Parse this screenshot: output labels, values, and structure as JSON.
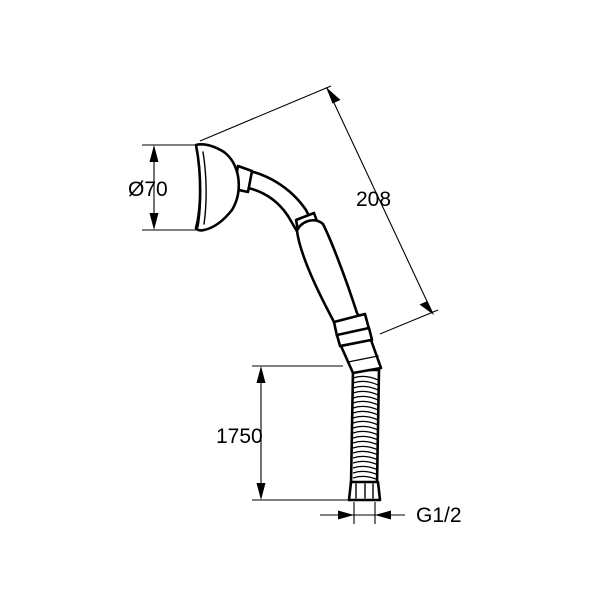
{
  "drawing": {
    "type": "technical-dimension-drawing",
    "subject_icon": "hand-shower-with-hose",
    "line_color": "#000000",
    "background_color": "#ffffff"
  },
  "dimensions": {
    "head_diameter": "Ø70",
    "shower_length": "208",
    "hose_length": "1750",
    "connection_thread": "G1/2"
  }
}
